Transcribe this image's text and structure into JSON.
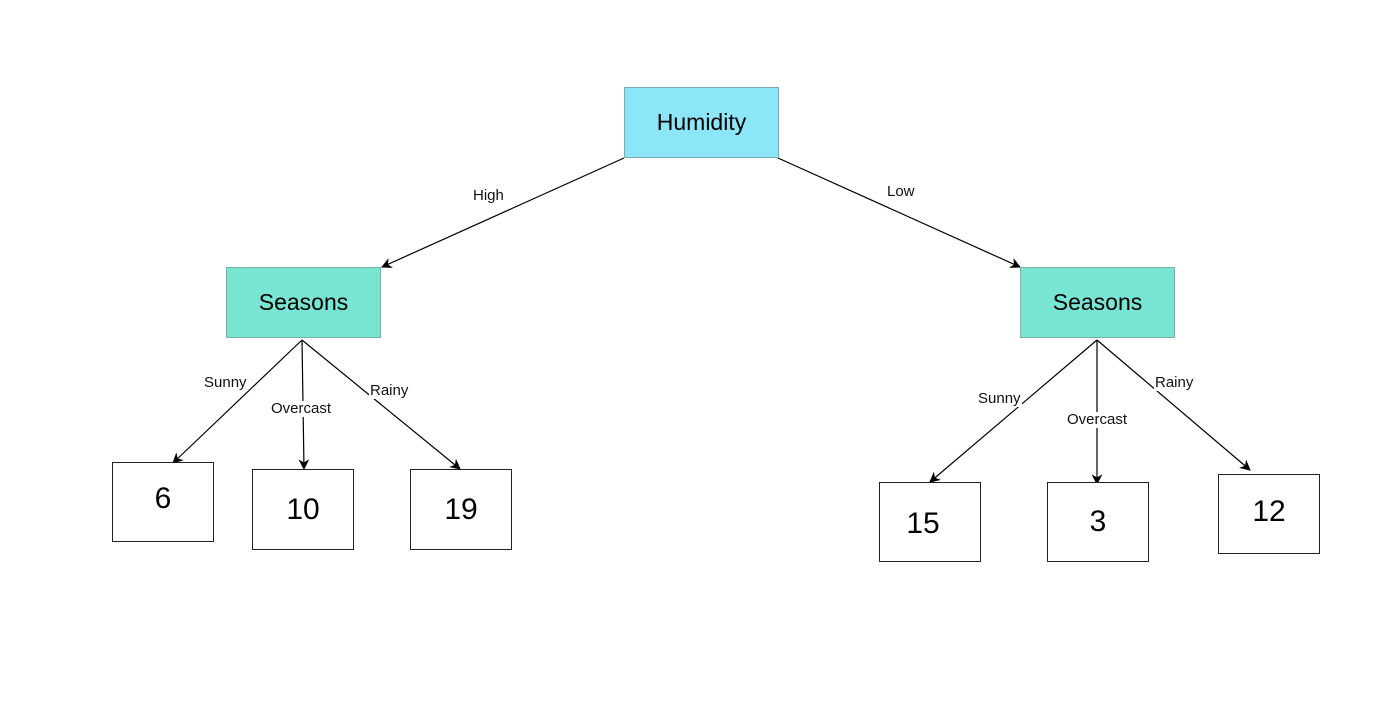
{
  "diagram": {
    "root": {
      "label": "Humidity",
      "color": "#8be6f8"
    },
    "branches": [
      {
        "edge_label": "High",
        "node": {
          "label": "Seasons",
          "color": "#78e5d3"
        },
        "children": [
          {
            "edge_label": "Sunny",
            "value": "6"
          },
          {
            "edge_label": "Overcast",
            "value": "10"
          },
          {
            "edge_label": "Rainy",
            "value": "19"
          }
        ]
      },
      {
        "edge_label": "Low",
        "node": {
          "label": "Seasons",
          "color": "#78e5d3"
        },
        "children": [
          {
            "edge_label": "Sunny",
            "value": "15"
          },
          {
            "edge_label": "Overcast",
            "value": "3"
          },
          {
            "edge_label": "Rainy",
            "value": "12"
          }
        ]
      }
    ],
    "edge_color": "#000000"
  }
}
